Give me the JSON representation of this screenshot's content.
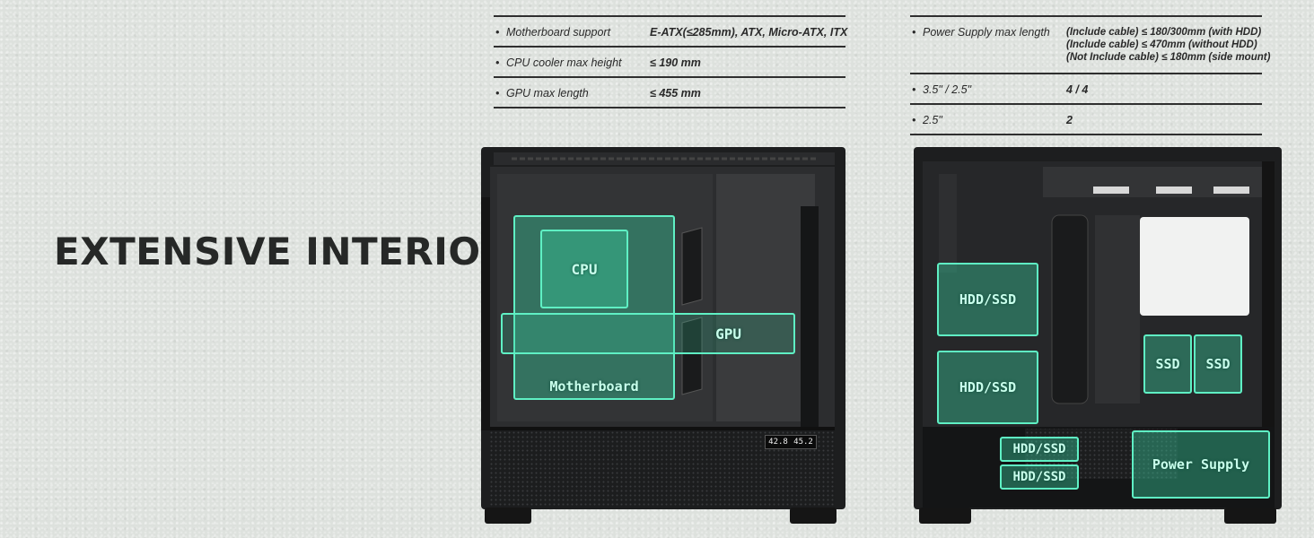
{
  "headline": "EXTENSIVE INTERIOR",
  "spec_left": [
    {
      "label": "Motherboard support",
      "value": [
        "E-ATX(≤285mm), ATX, Micro-ATX, ITX"
      ]
    },
    {
      "label": "CPU cooler max height",
      "value": [
        "≤ 190 mm"
      ]
    },
    {
      "label": "GPU max length",
      "value": [
        "≤ 455 mm"
      ]
    }
  ],
  "spec_right": [
    {
      "label": "Power Supply max length",
      "value": [
        "(Include cable) ≤ 180/300mm (with HDD)",
        "(Include cable) ≤ 470mm (without HDD)",
        "(Not Include cable) ≤ 180mm (side mount)"
      ]
    },
    {
      "label": "3.5\" / 2.5\"",
      "value": [
        "4 / 4"
      ]
    },
    {
      "label": "2.5\"",
      "value": [
        "2"
      ]
    }
  ],
  "bullet": "•",
  "front_case": {
    "zones": {
      "cpu": "CPU",
      "gpu": "GPU",
      "motherboard": "Motherboard"
    },
    "lcd": [
      "42.8",
      "45.2"
    ]
  },
  "back_case": {
    "zones": {
      "hdd_ssd_1": "HDD/SSD",
      "hdd_ssd_2": "HDD/SSD",
      "hdd_ssd_3": "HDD/SSD",
      "hdd_ssd_4": "HDD/SSD",
      "ssd_1": "SSD",
      "ssd_2": "SSD",
      "power_supply": "Power Supply"
    }
  },
  "colors": {
    "zone_fill": "#36c89b",
    "zone_border": "#5ff0c4",
    "case_dark": "#1d1e1f",
    "background": "#dde1dd"
  }
}
